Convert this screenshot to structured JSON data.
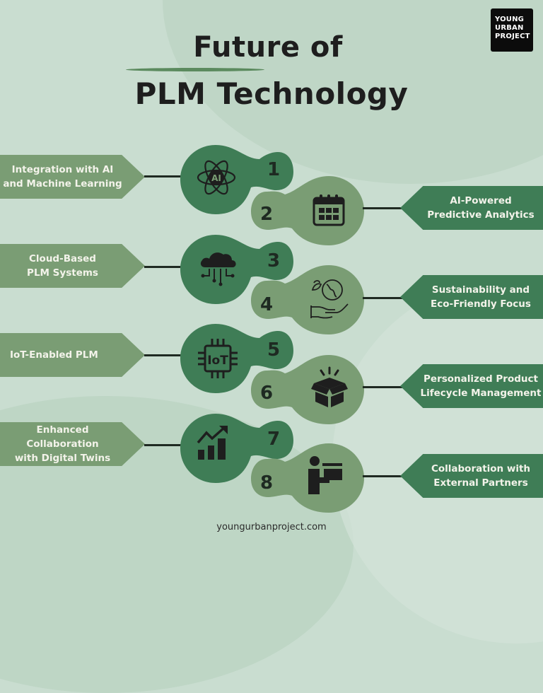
{
  "header": {
    "title_line1": "Future of",
    "title_line2": "PLM Technology"
  },
  "logo": {
    "line1": "YOUNG",
    "line2": "URBAN",
    "line3": "PROJECT"
  },
  "items": [
    {
      "number": "1",
      "label_line1": "Integration with AI",
      "label_line2": "and Machine Learning",
      "icon": "ai-atom-icon",
      "side": "left"
    },
    {
      "number": "2",
      "label_line1": "AI-Powered",
      "label_line2": "Predictive Analytics",
      "icon": "calendar-icon",
      "side": "right"
    },
    {
      "number": "3",
      "label_line1": "Cloud-Based",
      "label_line2": "PLM Systems",
      "icon": "cloud-network-icon",
      "side": "left"
    },
    {
      "number": "4",
      "label_line1": "Sustainability and",
      "label_line2": "Eco-Friendly Focus",
      "icon": "globe-hand-leaf-icon",
      "side": "right"
    },
    {
      "number": "5",
      "label_line1": "IoT-Enabled PLM",
      "label_line2": "",
      "icon": "iot-chip-icon",
      "side": "left"
    },
    {
      "number": "6",
      "label_line1": "Personalized Product",
      "label_line2": "Lifecycle Management",
      "icon": "open-box-icon",
      "side": "right"
    },
    {
      "number": "7",
      "label_line1": "Enhanced Collaboration",
      "label_line2": "with Digital Twins",
      "icon": "growth-chart-icon",
      "side": "left"
    },
    {
      "number": "8",
      "label_line1": "Collaboration with",
      "label_line2": "External Partners",
      "icon": "presenter-icon",
      "side": "right"
    }
  ],
  "footer": {
    "website": "youngurbanproject.com"
  },
  "colors": {
    "background": "#c9ddd0",
    "dark_green": "#3f7d56",
    "light_green": "#7a9d74",
    "text_dark": "#1e1e1e",
    "label_text": "#f3f3ea"
  }
}
